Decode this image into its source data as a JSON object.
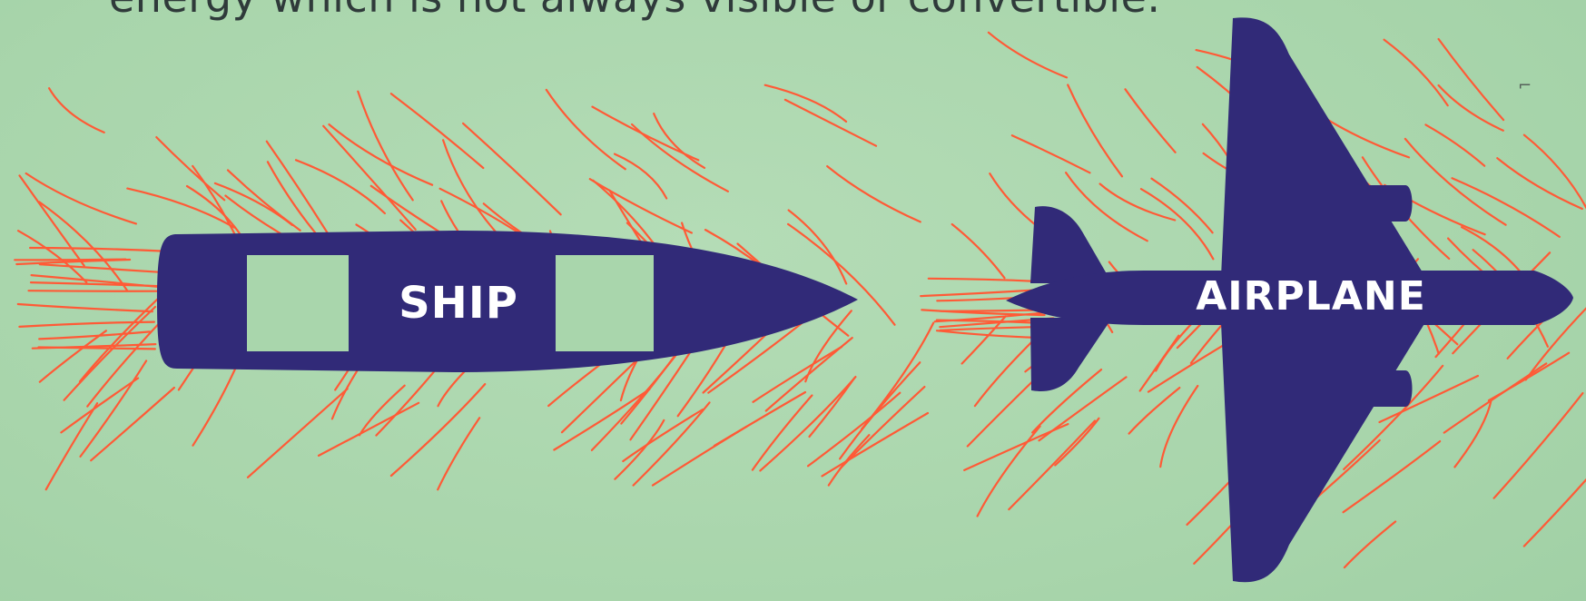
{
  "caption": {
    "partial_text": "energy which is not always visible or convertible."
  },
  "diagram": {
    "ship": {
      "label": "SHIP"
    },
    "airplane": {
      "label": "AIRPLANE"
    }
  },
  "colors": {
    "background": "#a9d6ac",
    "vehicle_fill": "#312a78",
    "flow_lines": "#ff5a36",
    "label_text": "#ffffff",
    "caption_text": "#2f3a3a"
  },
  "paper_mark": "⌐"
}
